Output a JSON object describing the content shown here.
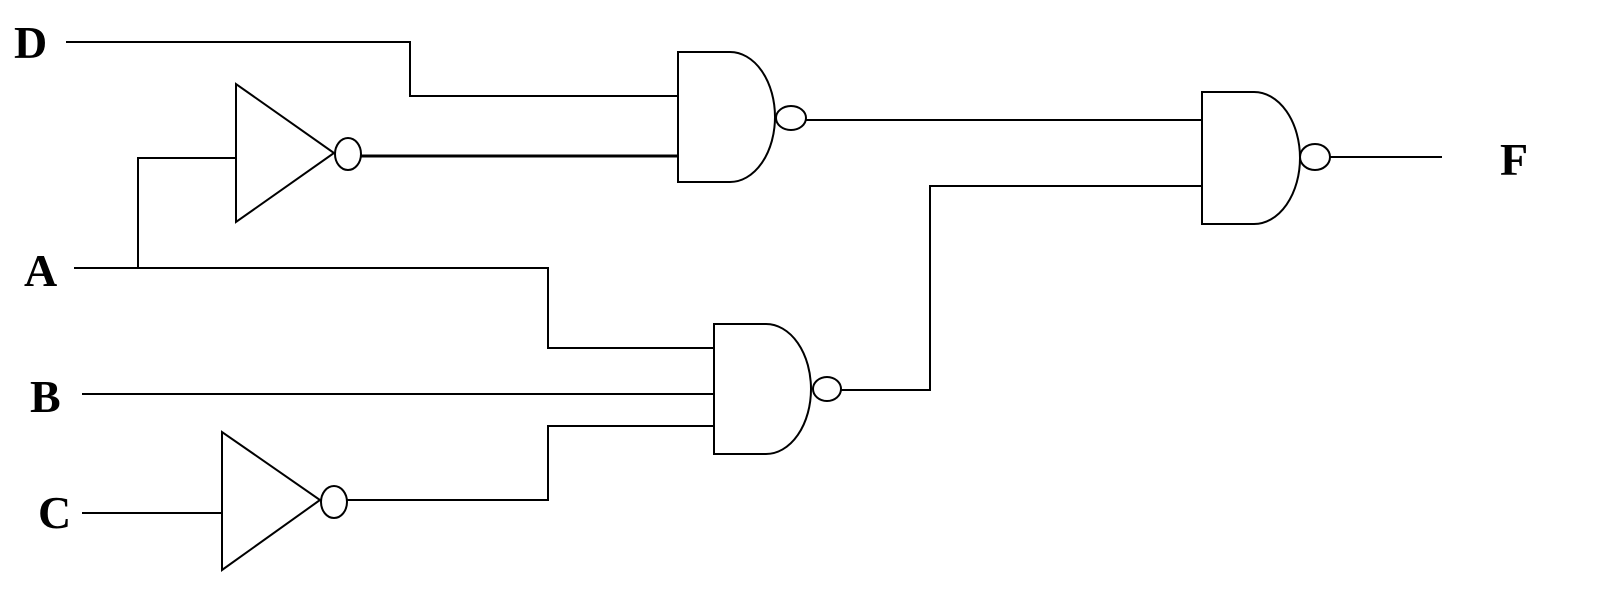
{
  "diagram": {
    "type": "logic-circuit",
    "inputs": [
      "D",
      "A",
      "B",
      "C"
    ],
    "output": "F",
    "gates": [
      {
        "id": "not-a",
        "kind": "NOT",
        "input": "A"
      },
      {
        "id": "not-c",
        "kind": "NOT",
        "input": "C"
      },
      {
        "id": "nand-top",
        "kind": "NAND",
        "inputs": [
          "D",
          "not-a"
        ]
      },
      {
        "id": "nand-bottom",
        "kind": "NAND",
        "inputs": [
          "A",
          "B",
          "not-c"
        ]
      },
      {
        "id": "nand-out",
        "kind": "NAND",
        "inputs": [
          "nand-top",
          "nand-bottom"
        ],
        "output": "F"
      }
    ],
    "labels": {
      "d": "D",
      "a": "A",
      "b": "B",
      "c": "C",
      "f": "F"
    },
    "colors": {
      "line": "#000000",
      "background": "#ffffff"
    }
  }
}
